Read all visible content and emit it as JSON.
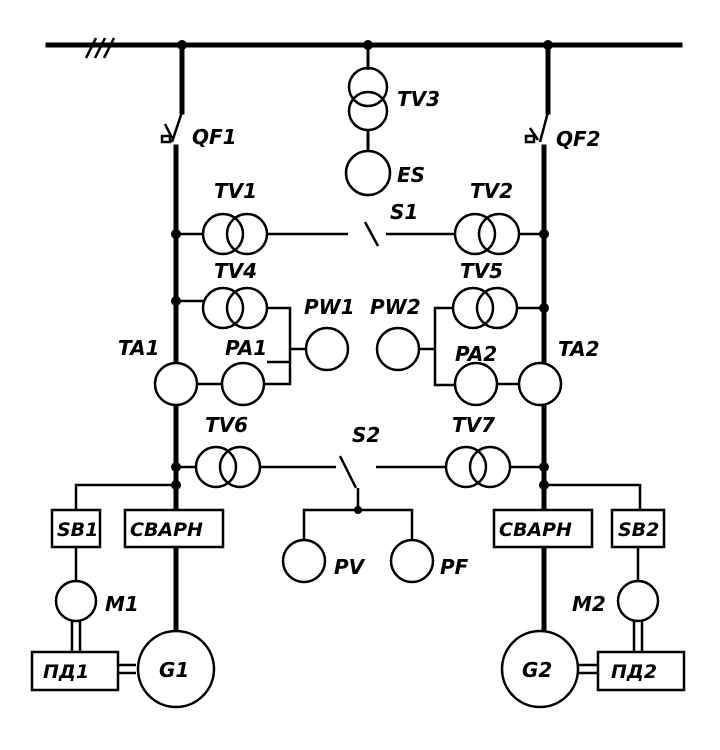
{
  "labels": {
    "QF1": "QF1",
    "QF2": "QF2",
    "TV3": "TV3",
    "ES": "ES",
    "TV1": "TV1",
    "TV2": "TV2",
    "S1": "S1",
    "TV4": "TV4",
    "TV5": "TV5",
    "PW1": "PW1",
    "PW2": "PW2",
    "PA1": "PA1",
    "PA2": "PA2",
    "TA1": "TA1",
    "TA2": "TA2",
    "TV6": "TV6",
    "TV7": "TV7",
    "S2": "S2",
    "SB1": "SB1",
    "SB2": "SB2",
    "CBAPH1": "СВАРН",
    "CBAPH2": "СВАРН",
    "PV": "PV",
    "PF": "PF",
    "M1": "M1",
    "M2": "M2",
    "PD1": "ПД1",
    "PD2": "ПД2",
    "G1": "G1",
    "G2": "G2"
  }
}
